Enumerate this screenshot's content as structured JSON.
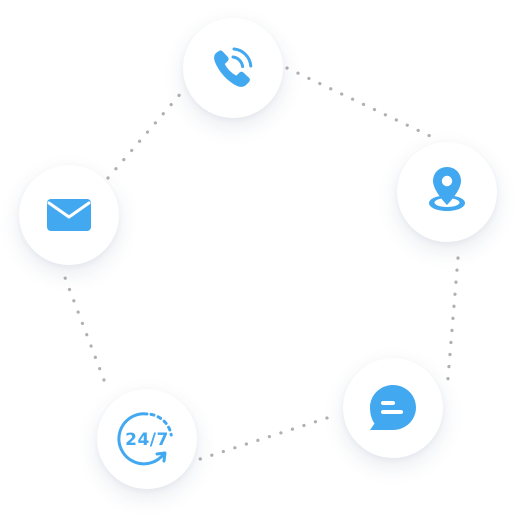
{
  "colors": {
    "accent": "#42a8f0",
    "connector": "#b0b0b0",
    "bubble": "#ffffff"
  },
  "contact_methods": [
    {
      "name": "phone",
      "icon": "phone-icon"
    },
    {
      "name": "location",
      "icon": "map-pin-icon"
    },
    {
      "name": "chat",
      "icon": "chat-bubble-icon"
    },
    {
      "name": "support-24-7",
      "icon": "clock-24-7-icon",
      "label": "24/7"
    },
    {
      "name": "email",
      "icon": "envelope-icon"
    }
  ]
}
